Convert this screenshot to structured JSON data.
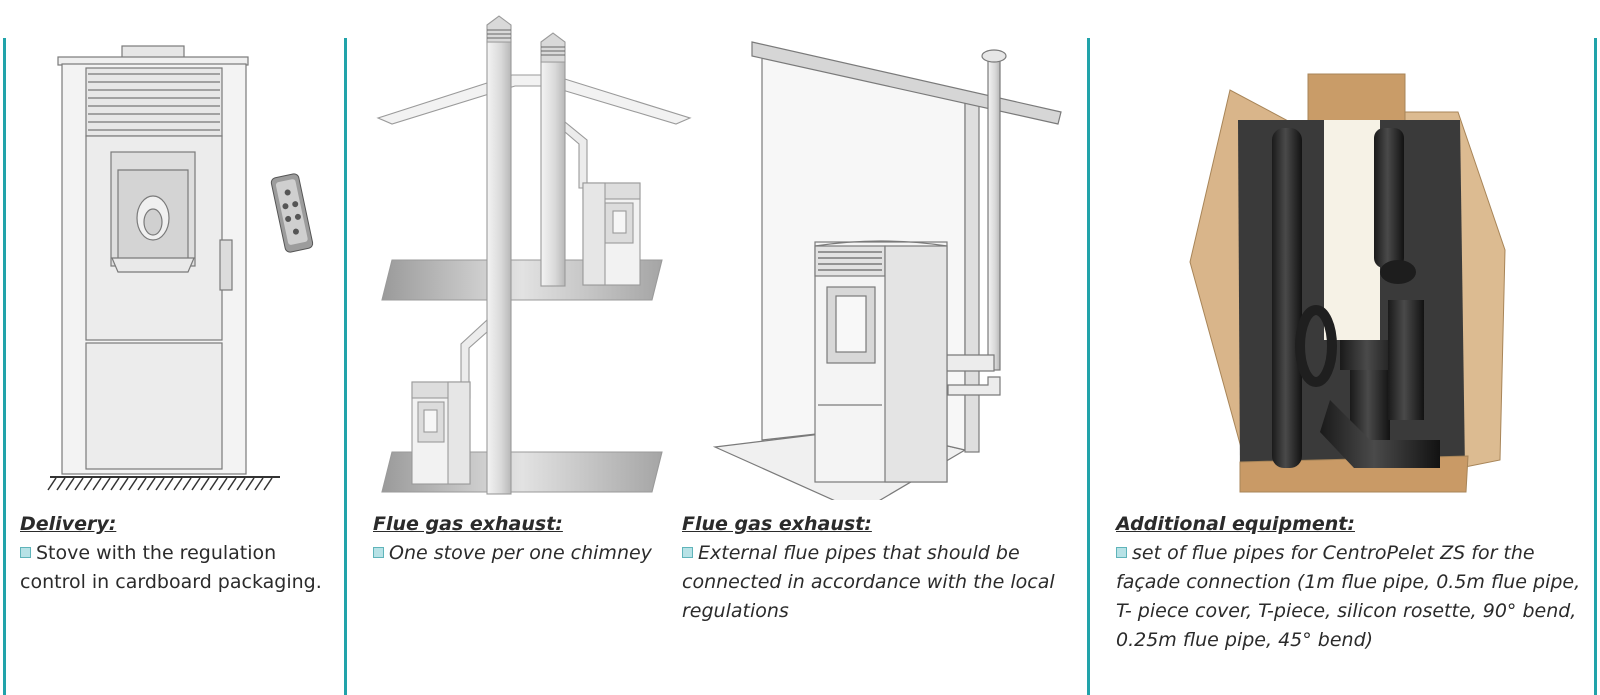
{
  "colors": {
    "divider": "#21a3aa",
    "bullet": "#b7e2e6"
  },
  "sections": [
    {
      "title": "Delivery:",
      "text": "Stove with the regulation control in cardboard packaging.",
      "bullet_icon": "square-bullet-icon"
    },
    {
      "title": "Flue gas exhaust:",
      "text": "One stove per one chimney",
      "bullet_icon": "square-bullet-icon"
    },
    {
      "title": "Flue gas exhaust:",
      "text": "External flue pipes that should be connected in accordance with the local regulations",
      "bullet_icon": "square-bullet-icon"
    },
    {
      "title": "Additional equipment:",
      "text": "set of flue pipes for CentroPelet ZS for the façade connection (1m flue pipe, 0.5m flue pipe, T- piece cover, T-piece, silicon rosette, 90° bend, 0.25m flue pipe, 45° bend)",
      "bullet_icon": "square-bullet-icon"
    }
  ],
  "illustrations": [
    "stove-with-remote",
    "one-stove-per-chimney",
    "external-flue-pipe",
    "flue-pipe-box"
  ]
}
